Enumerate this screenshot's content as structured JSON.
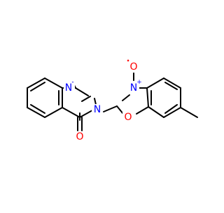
{
  "molecule": {
    "atom_labels": {
      "n1": "N",
      "n3": "N",
      "o_carbonyl": "O",
      "o_ether": "O",
      "n_nitro": "N",
      "o_nitro_double": "O",
      "o_nitro_single": "O"
    },
    "charges": {
      "n_nitro": "+",
      "o_nitro_single": "•"
    },
    "colors": {
      "bond": "#000000",
      "nitrogen": "#0000ff",
      "oxygen": "#ff0000"
    }
  }
}
